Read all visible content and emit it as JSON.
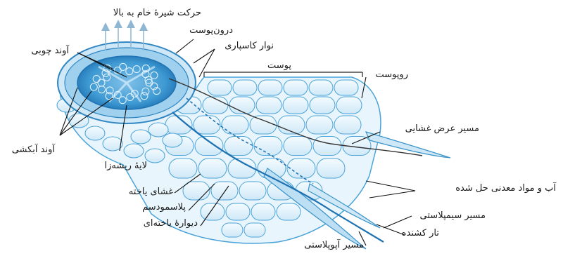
{
  "labels": {
    "sap_movement": "حرکت شیرهٔ خام به بالا",
    "endodermis": "درون‌پوست",
    "casparian_strip": "نوار کاسپاری",
    "xylem": "آوند چوبی",
    "cortex": "پوست",
    "epidermis": "روپوست",
    "transmembrane_path": "مسیر عرض غشایی",
    "phloem": "آوند آبکشی",
    "pericycle": "لایهٔ ریشه‌زا",
    "water_minerals": "آب و مواد معدنی حل شده",
    "cell_membrane": "غشای یاخته",
    "symplast_path": "مسیر سیمپلاستی",
    "plasmodesma": "پلاسمودسم",
    "root_hair": "تار کشنده",
    "cell_wall": "دیوارهٔ یاخته‌ای",
    "apoplast_path": "مسیر آپوپلاستی"
  },
  "colors": {
    "cell_fill": "#dbeef9",
    "cell_stroke": "#3a93c9",
    "dark_blue": "#1f73b3",
    "leader": "#111111"
  }
}
